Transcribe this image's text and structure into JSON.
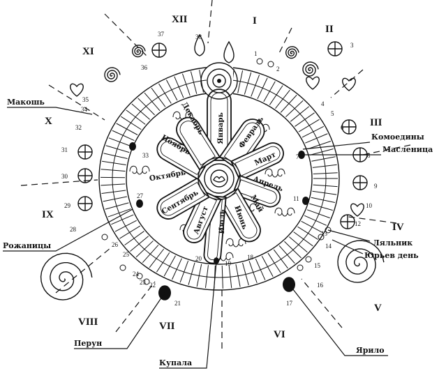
{
  "diagram": {
    "months": [
      "Январь",
      "Февраль",
      "Март",
      "Апрель",
      "Май",
      "Июнь",
      "Июль",
      "Август",
      "Сентябрь",
      "Октябрь",
      "Ноябрь",
      "Декабрь"
    ],
    "roman_sectors": [
      "I",
      "II",
      "III",
      "IV",
      "V",
      "VI",
      "VII",
      "VIII",
      "IX",
      "X",
      "XI",
      "XII"
    ],
    "day_numbers": [
      "1",
      "2",
      "3",
      "4",
      "5",
      "6",
      "7",
      "8",
      "9",
      "10",
      "11",
      "12",
      "13",
      "14",
      "15",
      "16",
      "17",
      "18",
      "19",
      "20",
      "21",
      "22",
      "23",
      "24",
      "25",
      "26",
      "27",
      "28",
      "29",
      "30",
      "31",
      "32",
      "33",
      "34",
      "35",
      "36",
      "37",
      "38"
    ],
    "holidays": [
      {
        "label": "Макошь"
      },
      {
        "label": "Комоедины"
      },
      {
        "label": "Масленица"
      },
      {
        "label": "Ляльник"
      },
      {
        "label": "Юрьев день"
      },
      {
        "label": "Рожаницы"
      },
      {
        "label": "Перун"
      },
      {
        "label": "Купала"
      },
      {
        "label": "Ярило"
      }
    ]
  }
}
